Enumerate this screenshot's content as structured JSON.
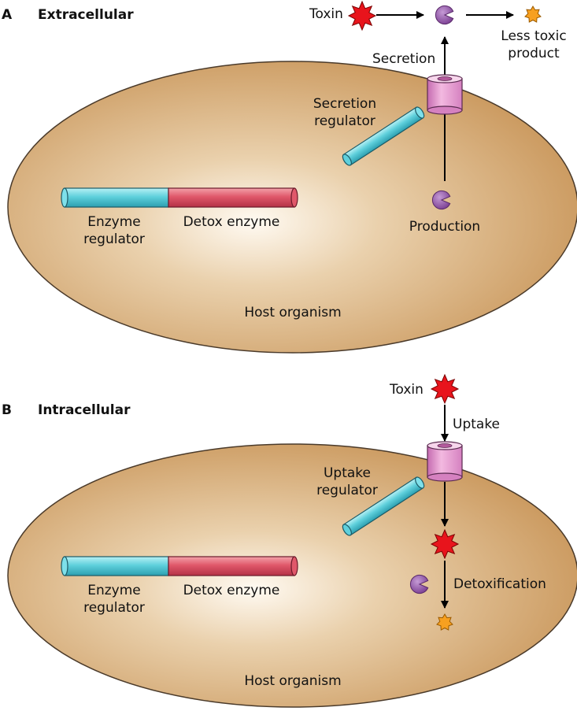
{
  "colors": {
    "cell_center": "#fffaf2",
    "cell_edge": "#c9965a",
    "cell_outline": "#4a3a2a",
    "gene_regulator": "#5fd0dc",
    "gene_enzyme": "#e0586a",
    "transporter": "#e993cc",
    "enzyme": "#8a4ea0",
    "toxin": "#e8141c",
    "product": "#f7a020",
    "arrow": "#000000"
  },
  "icons": {
    "toxin": "toxin-star-icon",
    "enzyme": "enzyme-pacman-icon",
    "product": "product-star-icon",
    "transporter": "transporter-channel-icon"
  },
  "panel_a": {
    "letter": "A",
    "title": "Extracellular",
    "toxin_label": "Toxin",
    "product_label_line1": "Less toxic",
    "product_label_line2": "product",
    "secretion_label": "Secretion",
    "regulator_line1": "Secretion",
    "regulator_line2": "regulator",
    "production_label": "Production",
    "enzyme_reg_line1": "Enzyme",
    "enzyme_reg_line2": "regulator",
    "detox_enzyme_label": "Detox enzyme",
    "host_label": "Host organism"
  },
  "panel_b": {
    "letter": "B",
    "title": "Intracellular",
    "toxin_label": "Toxin",
    "uptake_label": "Uptake",
    "regulator_line1": "Uptake",
    "regulator_line2": "regulator",
    "detox_label": "Detoxification",
    "enzyme_reg_line1": "Enzyme",
    "enzyme_reg_line2": "regulator",
    "detox_enzyme_label": "Detox enzyme",
    "host_label": "Host organism"
  }
}
